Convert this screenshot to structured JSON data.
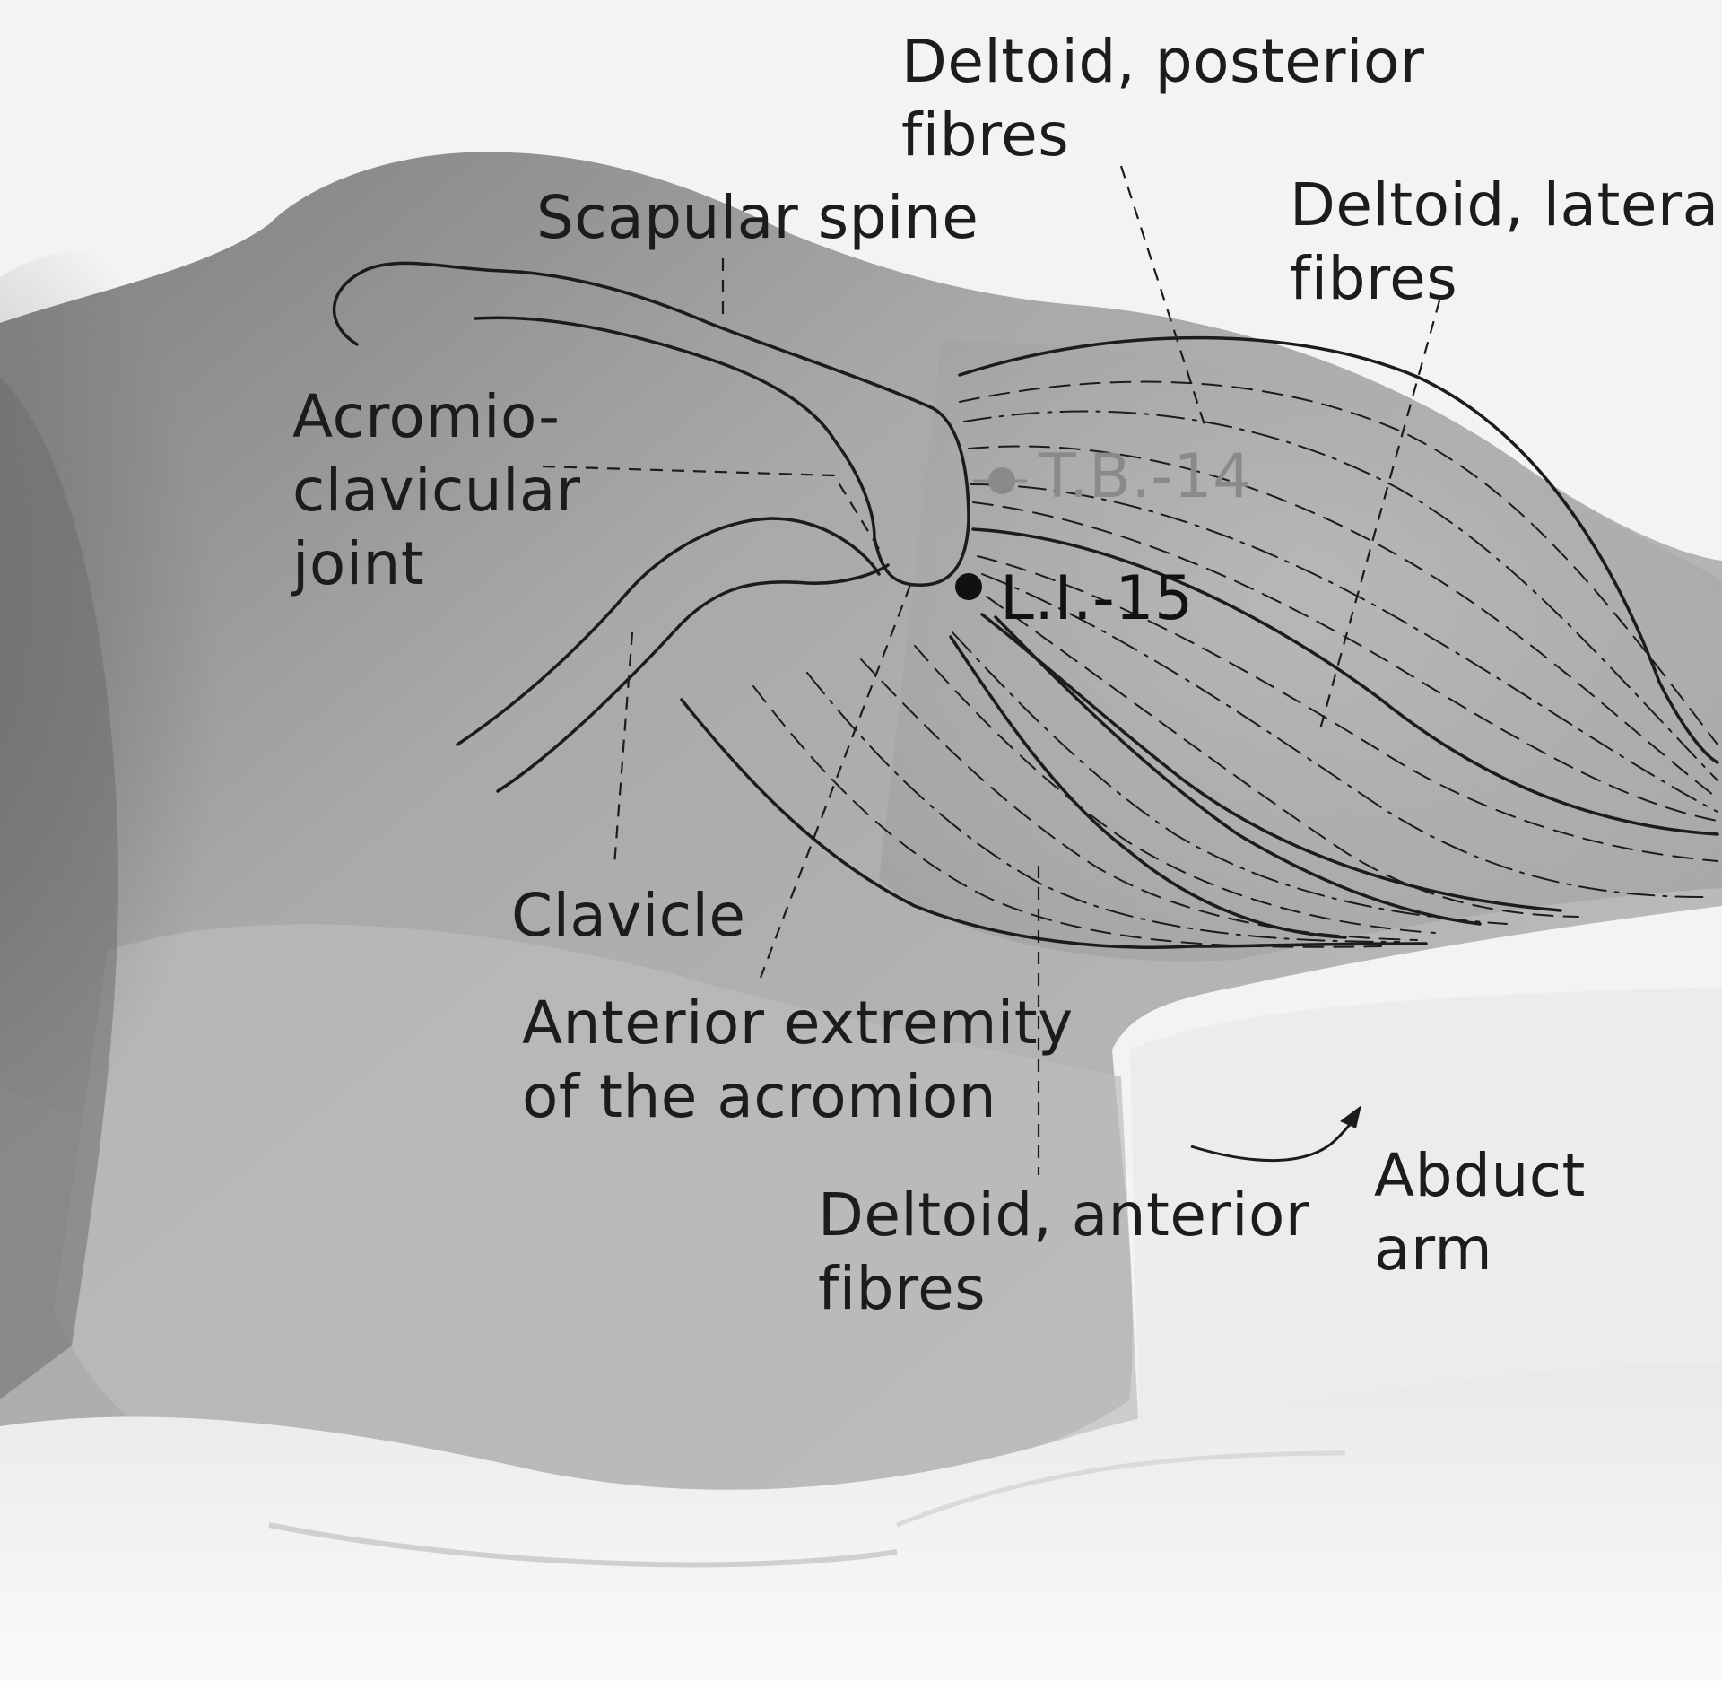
{
  "labels": {
    "deltoid_posterior": [
      "Deltoid, posterior",
      "fibres"
    ],
    "deltoid_lateral": [
      "Deltoid, lateral",
      "fibres"
    ],
    "scapular_spine": "Scapular spine",
    "acromioclavicular": [
      "Acromio-",
      "clavicular",
      "joint"
    ],
    "clavicle": "Clavicle",
    "anterior_extremity": [
      "Anterior extremity",
      "of the acromion"
    ],
    "deltoid_anterior": [
      "Deltoid, anterior",
      "fibres"
    ],
    "abduct_arm": [
      "Abduct",
      "arm"
    ]
  },
  "points": [
    {
      "name": "T.B.-14",
      "color": "#8a8a8a"
    },
    {
      "name": "L.I.-15",
      "color": "#111111"
    }
  ],
  "colors": {
    "ink": "#1c1c1c",
    "photo_light": "#f2f2f2",
    "photo_body": "#a8a8a8",
    "photo_shadow": "#5c5c5c"
  }
}
